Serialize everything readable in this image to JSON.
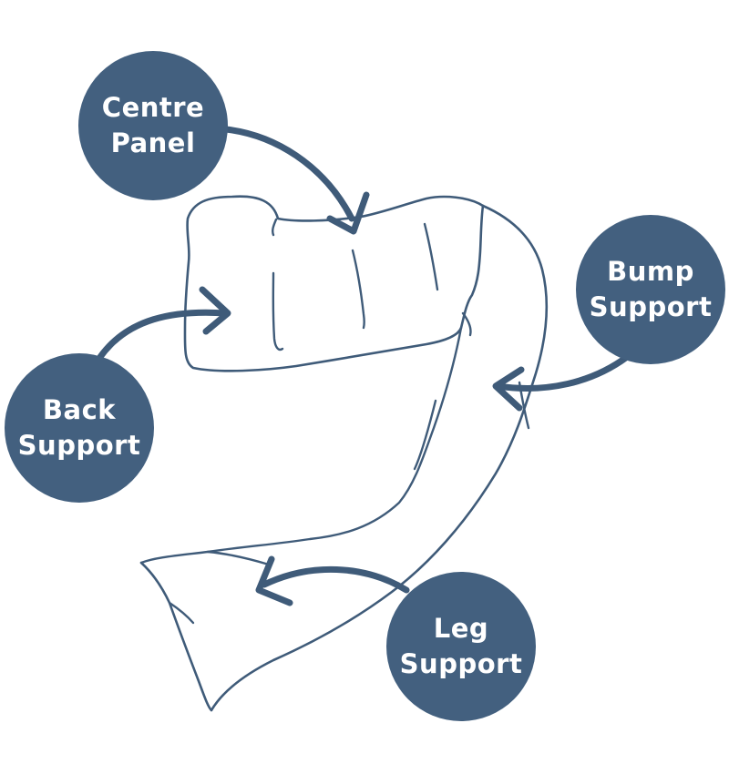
{
  "colors": {
    "bubble_fill": "#43607f",
    "bubble_text": "#ffffff",
    "line": "#3f5b79",
    "background": "#ffffff"
  },
  "labels": {
    "centre_panel": {
      "line1": "Centre",
      "line2": "Panel"
    },
    "bump_support": {
      "line1": "Bump",
      "line2": "Support"
    },
    "back_support": {
      "line1": "Back",
      "line2": "Support"
    },
    "leg_support": {
      "line1": "Leg",
      "line2": "Support"
    }
  }
}
